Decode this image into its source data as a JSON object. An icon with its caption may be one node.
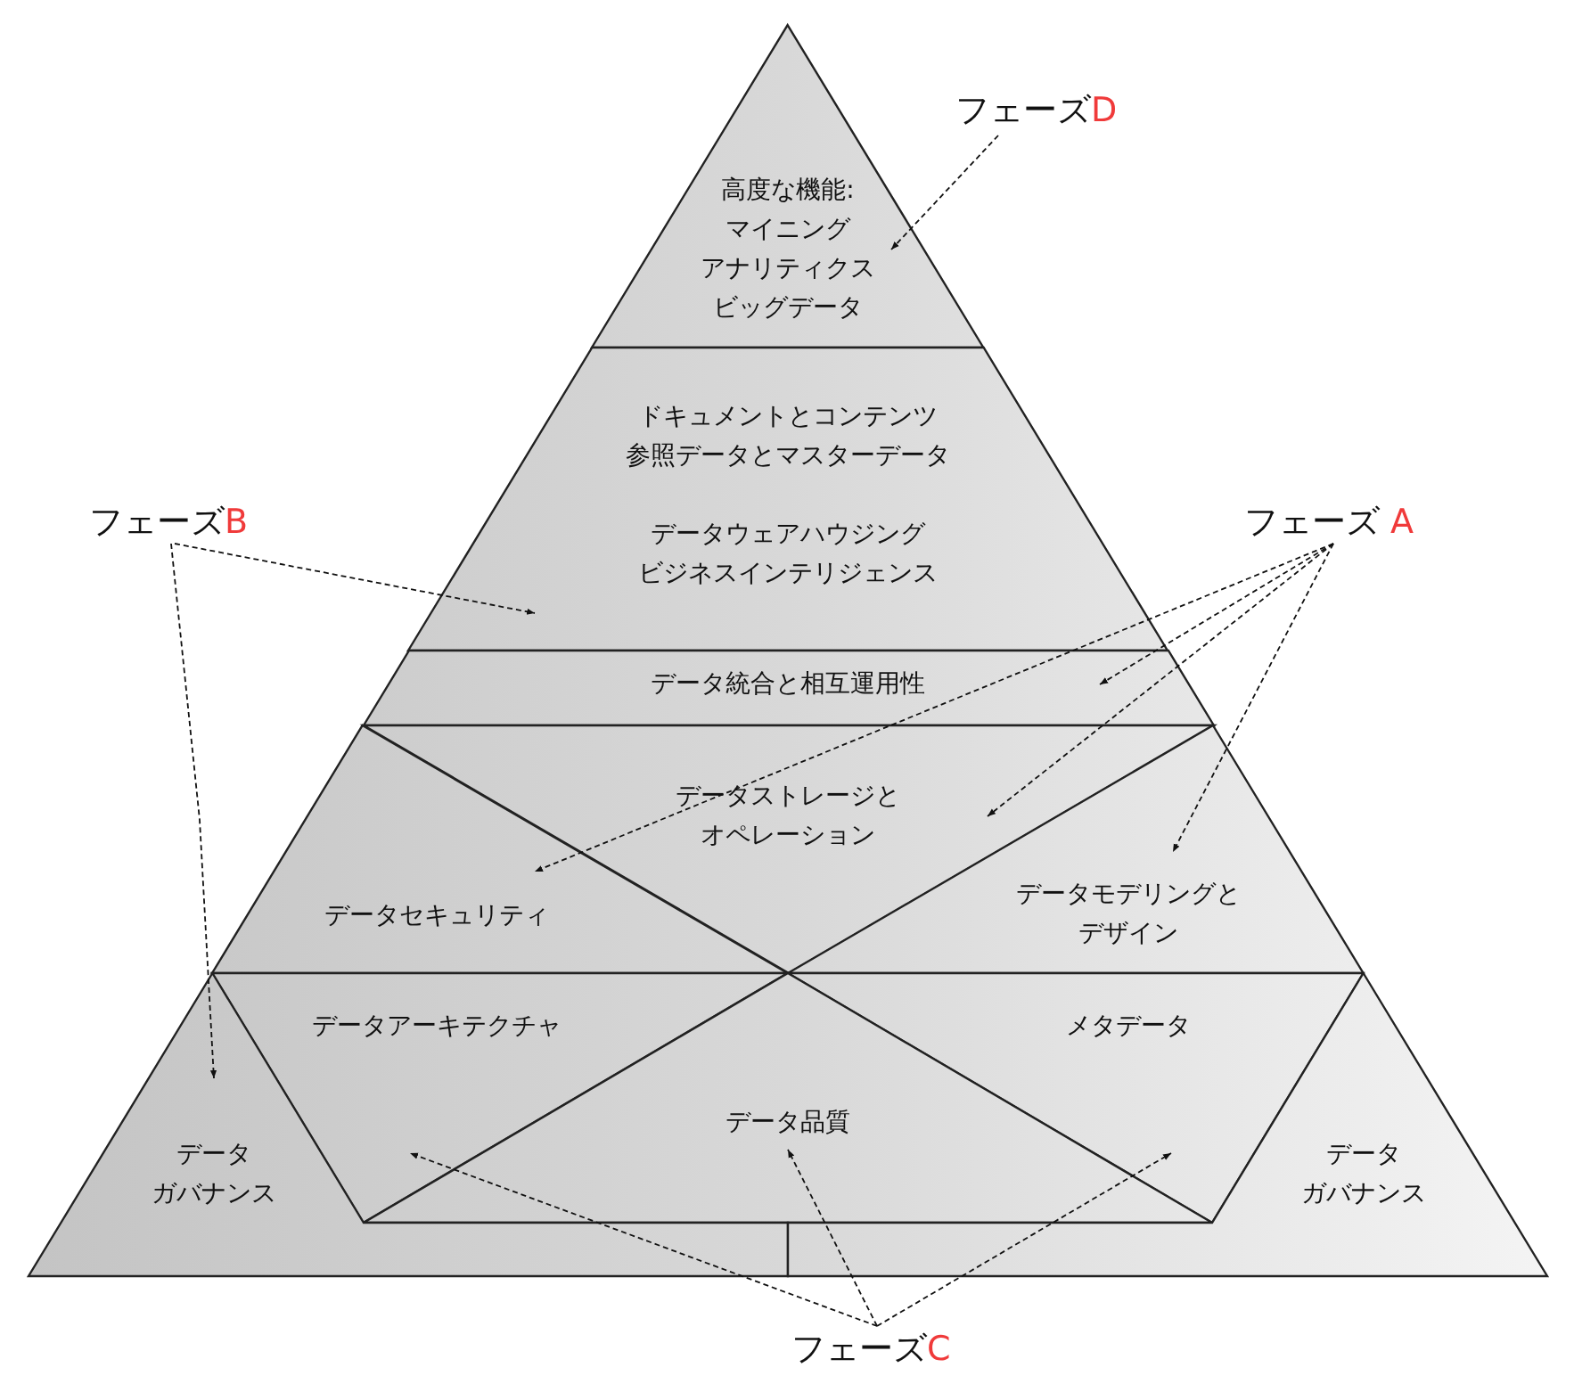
{
  "diagram": {
    "nodes": [
      {
        "text": [
          "高度な機能:",
          "マイニング",
          "アナリティクス",
          "ビッグデータ"
        ]
      },
      {
        "text": [
          "ドキュメントとコンテンツ",
          "参照データとマスターデータ",
          "データウェアハウジング",
          "ビジネスインテリジェンス"
        ]
      },
      {
        "text": [
          "データ統合と相互運用性"
        ]
      },
      {
        "text": [
          "データストレージとオペレーション"
        ]
      },
      {
        "text": [
          "データセキュリティ"
        ]
      },
      {
        "text": [
          "データモデリングとデザイン"
        ]
      },
      {
        "text": [
          "データアーキテクチャ"
        ]
      },
      {
        "text": [
          "メタデータ"
        ]
      },
      {
        "text": [
          "データ品質"
        ]
      },
      {
        "text": [
          "データ",
          "ガバナンス"
        ]
      },
      {
        "text": [
          "データ",
          "ガバナンス"
        ]
      },
      {
        "text": [
          "フェーズD"
        ]
      },
      {
        "text": [
          "フェーズB"
        ]
      },
      {
        "text": [
          "フェーズ A"
        ]
      },
      {
        "text": [
          "フェーズC"
        ]
      }
    ],
    "edges": [
      {
        "from": 11,
        "to": 0,
        "arrow": "to",
        "style": "dashed"
      },
      {
        "from": 12,
        "to": 1,
        "arrow": "to",
        "style": "dashed"
      },
      {
        "from": 12,
        "to": 9,
        "arrow": "to",
        "style": "dashed"
      },
      {
        "from": 13,
        "to": 2,
        "arrow": "to",
        "style": "dashed"
      },
      {
        "from": 13,
        "to": 4,
        "arrow": "to",
        "style": "dashed"
      },
      {
        "from": 13,
        "to": 3,
        "arrow": "to",
        "style": "dashed"
      },
      {
        "from": 13,
        "to": 5,
        "arrow": "to",
        "style": "dashed"
      },
      {
        "from": 14,
        "to": 6,
        "arrow": "to",
        "style": "dashed"
      },
      {
        "from": 14,
        "to": 8,
        "arrow": "to",
        "style": "dashed"
      },
      {
        "from": 14,
        "to": 7,
        "arrow": "to",
        "style": "dashed"
      }
    ]
  }
}
